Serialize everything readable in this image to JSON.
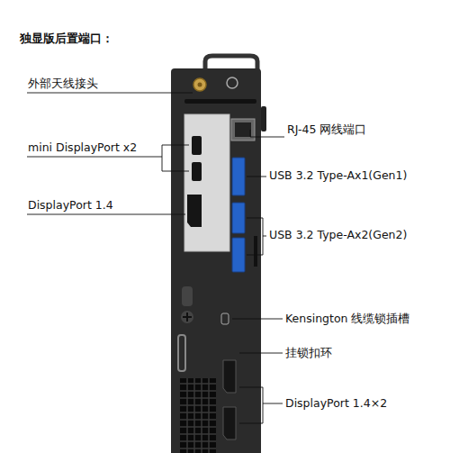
{
  "diagram": {
    "title": "独显版后置端口：",
    "labels": [
      "外部天线接头",
      "mini DisplayPort x2",
      "DisplayPort 1.4",
      "RJ-45 网线端口",
      "USB 3.2 Type-Ax1(Gen1)",
      "USB 3.2 Type-Ax2(Gen2)",
      "Kensington 线缆锁插槽",
      "挂锁扣环",
      "DisplayPort 1.4×2"
    ]
  }
}
